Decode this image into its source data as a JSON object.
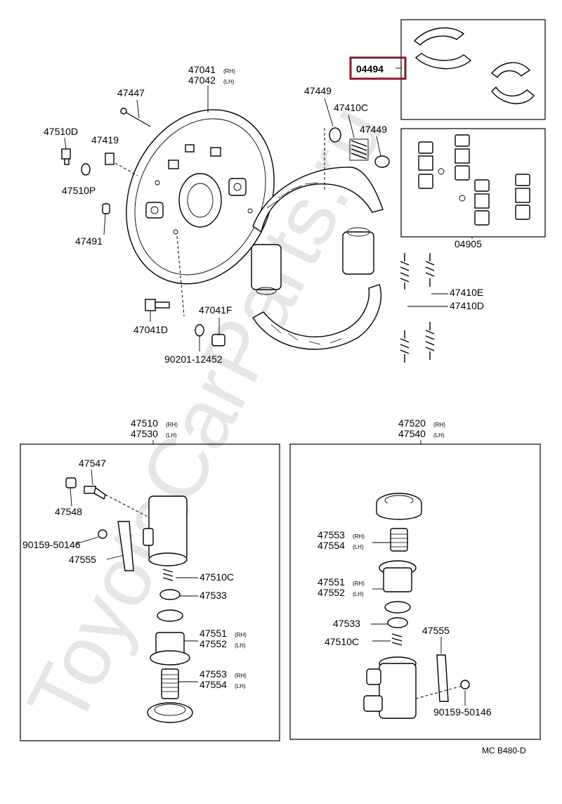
{
  "watermark": "ToyotaCarParts.ru",
  "highlight_color": "#8b1a2b",
  "labels": {
    "backing_plate_rh": "47041",
    "backing_plate_lh": "47042",
    "suffix_rh": "(RH)",
    "suffix_lh": "(LH)",
    "p47447": "47447",
    "p47510D": "47510D",
    "p47419": "47419",
    "p47510P": "47510P",
    "p47491": "47491",
    "p47041D": "47041D",
    "p47041F": "47041F",
    "p90201": "90201-12452",
    "p47449a": "47449",
    "p47410C": "47410C",
    "p47449b": "47449",
    "p04494": "04494",
    "p04905": "04905",
    "p47410E": "47410E",
    "p47410D": "47410D",
    "cylA_rh": "47510",
    "cylA_lh": "47530",
    "cylB_rh": "47520",
    "cylB_lh": "47540",
    "a47547": "47547",
    "a47548": "47548",
    "a90159": "90159-50146",
    "a47555": "47555",
    "a47510C": "47510C",
    "a47533": "47533",
    "a47551": "47551",
    "a47552": "47552",
    "a47553": "47553",
    "a47554": "47554",
    "b47553": "47553",
    "b47554": "47554",
    "b47551": "47551",
    "b47552": "47552",
    "b47533": "47533",
    "b47510C": "47510C",
    "b47555": "47555",
    "b90159": "90159-50146",
    "code": "MC B480-D"
  }
}
